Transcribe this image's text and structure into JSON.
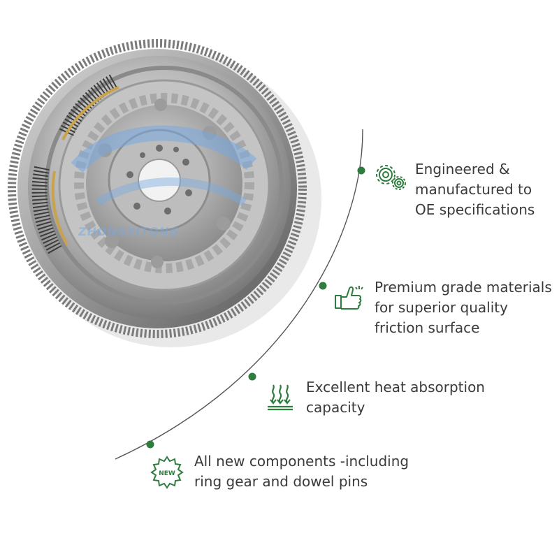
{
  "product": {
    "name": "dual-mass-flywheel",
    "watermark_text": "ZHONGYITONG"
  },
  "colors": {
    "accent_green": "#2f7d3e",
    "arc_gray": "#555555",
    "text": "#3a3a3a"
  },
  "features": [
    {
      "icon": "gears-icon",
      "text": "Engineered &\nmanufactured to\nOE specifications"
    },
    {
      "icon": "thumbs-up-icon",
      "text": "Premium grade materials\nfor superior quality\nfriction surface"
    },
    {
      "icon": "heat-icon",
      "text": "Excellent heat absorption\ncapacity"
    },
    {
      "icon": "new-badge-icon",
      "text": "All new components -including\nring gear and dowel pins",
      "badge_label": "NEW"
    }
  ]
}
